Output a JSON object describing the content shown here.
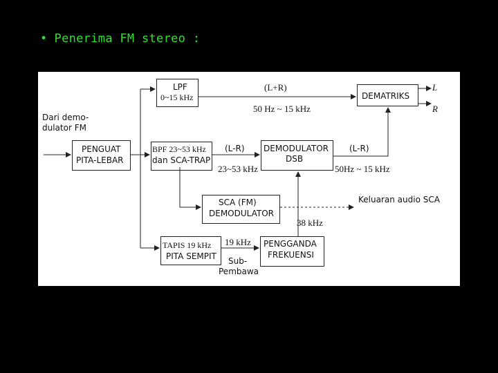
{
  "title": {
    "bullet": "•",
    "text": "Penerima FM stereo :"
  },
  "blocks": {
    "penguat": {
      "line1": "PENGUAT",
      "line2": "PITA-LEBAR"
    },
    "lpf": {
      "line1": "LPF",
      "line2": "0~15 kHz"
    },
    "bpf": {
      "line1": "BPF 23~53 kHz",
      "line2": "dan SCA-TRAP"
    },
    "demod_dsb": {
      "line1": "DEMODULATOR",
      "line2": "DSB"
    },
    "dematriks": {
      "line1": "DEMATRIKS"
    },
    "sca": {
      "line1": "SCA (FM)",
      "line2": "DEMODULATOR"
    },
    "tapis": {
      "line1": "TAPIS 19 kHz",
      "line2": "PITA SEMPIT"
    },
    "pengganda": {
      "line1": "PENGGANDA",
      "line2": "FREKUENSI"
    }
  },
  "labels": {
    "input_line1": "Dari demo-",
    "input_line2": "dulator FM",
    "lr_sum": "(L+R)",
    "lr_sum_band": "50 Hz ~ 15 kHz",
    "lr_diff_1": "(L-R)",
    "lr_diff_1_band": "23~53 kHz",
    "lr_diff_2": "(L-R)",
    "lr_diff_2_band": "50Hz ~ 15 kHz",
    "out_l": "L",
    "out_r": "R",
    "sca_out": "Keluaran audio SCA",
    "f38": "38 kHz",
    "f19": "19 kHz",
    "sub_1": "Sub-",
    "sub_2": "Pembawa"
  },
  "colors": {
    "background": "#000000",
    "title": "#2fe02f",
    "diagram_bg": "#ffffff",
    "ink": "#222222"
  }
}
